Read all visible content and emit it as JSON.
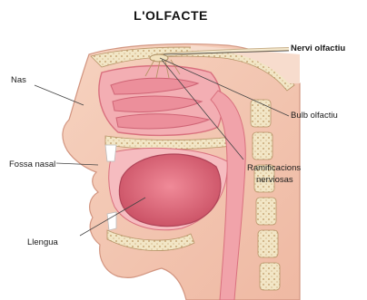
{
  "title": "L'OLFACTE",
  "labels": {
    "nerve": "Nervi olfactiu",
    "bulb": "Bulb olfactiu",
    "nose": "Nas",
    "nasal_cavity": "Fossa nasal",
    "branches_line1": "Ramificacions",
    "branches_line2": "nerviosas",
    "tongue": "Llengua"
  },
  "colors": {
    "skin": "#f4c8b4",
    "skin_dark": "#e2a08a",
    "mucosa": "#f1a3aa",
    "mucosa_dark": "#d9707e",
    "tongue": "#e26a7c",
    "bone": "#f2e6c6",
    "bone_dots": "#c8a878",
    "line": "#444444"
  }
}
